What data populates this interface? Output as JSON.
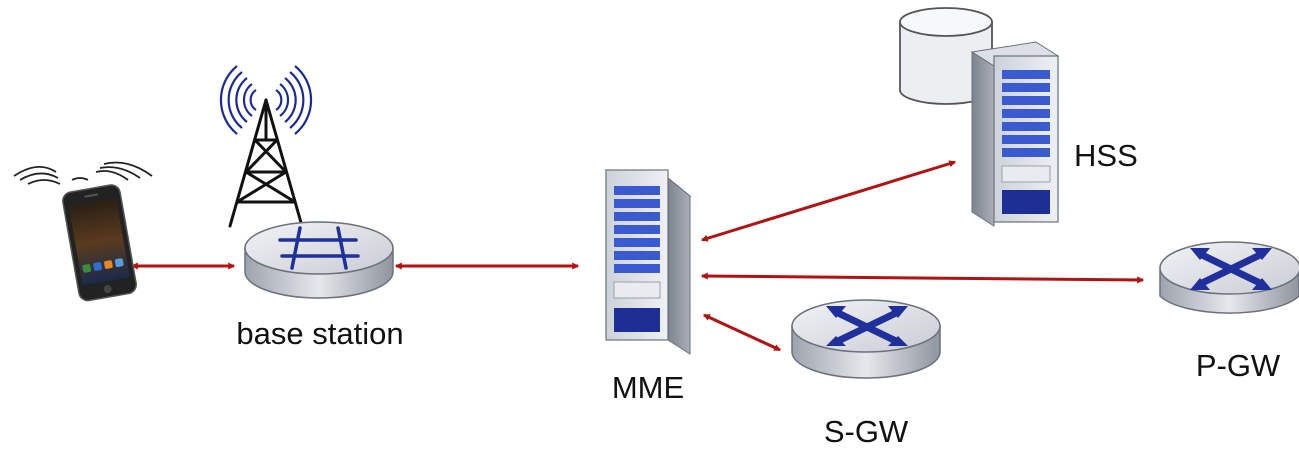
{
  "diagram": {
    "nodes": {
      "phone": {
        "icon": "smartphone-icon"
      },
      "base_station": {
        "label": "base station",
        "icon": "cell-tower-icon"
      },
      "mme": {
        "label": "MME",
        "icon": "server-icon"
      },
      "hss": {
        "label": "HSS",
        "icon": "database-server-icon"
      },
      "sgw": {
        "label": "S-GW",
        "icon": "router-icon"
      },
      "pgw": {
        "label": "P-GW",
        "icon": "router-icon"
      }
    },
    "links": [
      {
        "from": "phone",
        "to": "base_station"
      },
      {
        "from": "base_station",
        "to": "mme"
      },
      {
        "from": "mme",
        "to": "hss"
      },
      {
        "from": "mme",
        "to": "pgw"
      },
      {
        "from": "mme",
        "to": "sgw"
      }
    ],
    "colors": {
      "link": "#b31212",
      "router_body": "#d8dbe1",
      "router_cross": "#1f2f9c",
      "tower_waves": "#1b2a9a",
      "server_panel": "#3a5bd0"
    }
  }
}
